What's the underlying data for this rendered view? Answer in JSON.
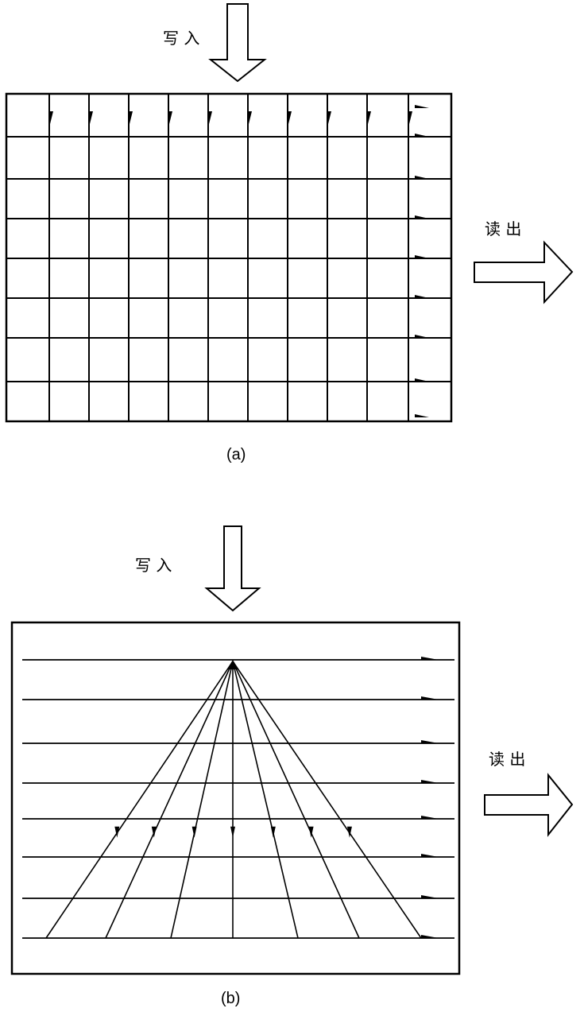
{
  "diagram_a": {
    "write_label": "写 入",
    "read_label": "读 出",
    "caption": "(a)"
  },
  "diagram_b": {
    "write_label": "写 入",
    "read_label": "读 出",
    "caption": "(b)"
  }
}
